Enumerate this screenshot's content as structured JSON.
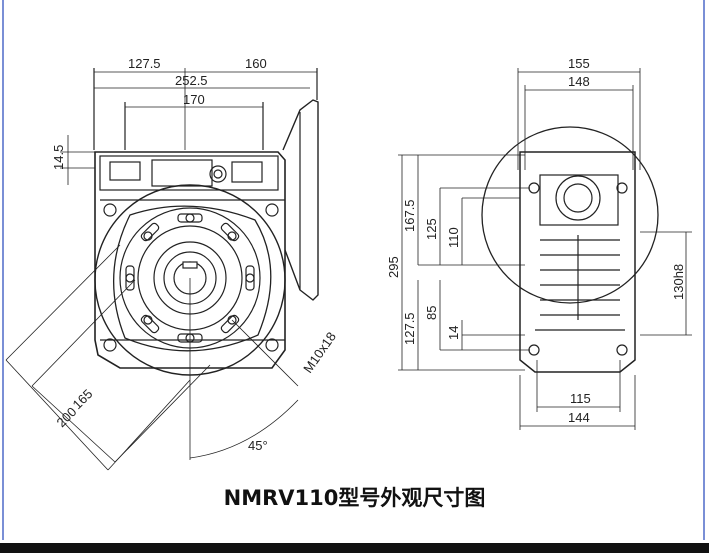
{
  "caption": "NMRV110型号外观尺寸图",
  "dims_front": {
    "d_127_5_top": "127.5",
    "d_160": "160",
    "d_252_5": "252.5",
    "d_170": "170",
    "d_14_5": "14.5",
    "d_m10x18": "M10x18",
    "d_165": "165",
    "d_200": "200",
    "d_45": "45°"
  },
  "dims_side": {
    "d_155": "155",
    "d_148": "148",
    "d_295": "295",
    "d_167_5": "167.5",
    "d_125": "125",
    "d_110": "110",
    "d_127_5": "127.5",
    "d_85": "85",
    "d_14": "14",
    "d_130h8": "130h8",
    "d_115": "115",
    "d_144": "144"
  },
  "colors": {
    "line": "#222222",
    "frame_blue": "#7a8fd6",
    "bottom_bar": "#111111"
  }
}
